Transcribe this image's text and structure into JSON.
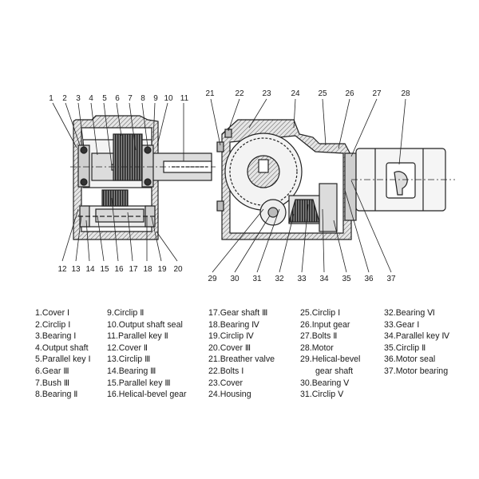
{
  "callouts": [
    "1",
    "2",
    "3",
    "4",
    "5",
    "6",
    "7",
    "8",
    "9",
    "10",
    "11",
    "12",
    "13",
    "14",
    "15",
    "16",
    "17",
    "18",
    "19",
    "20",
    "21",
    "22",
    "23",
    "24",
    "25",
    "26",
    "27",
    "28",
    "29",
    "30",
    "31",
    "32",
    "33",
    "34",
    "35",
    "36",
    "37"
  ],
  "legend": {
    "col1": [
      "1.Cover Ⅰ",
      "2.Circlip Ⅰ",
      "3.Bearing Ⅰ",
      "4.Output shaft",
      "5.Parallel key Ⅰ",
      "6.Gear Ⅲ",
      "7.Bush Ⅲ",
      "8.Bearing Ⅱ"
    ],
    "col2": [
      "9.Circlip Ⅱ",
      "10.Output shaft seal",
      "11.Parallel key Ⅱ",
      "12.Cover Ⅱ",
      "13.Circlip Ⅲ",
      "14.Bearing Ⅲ",
      "15.Parallel key Ⅲ",
      "16.Helical-bevel gear"
    ],
    "col3": [
      "17.Gear shaft Ⅲ",
      "18.Bearing Ⅳ",
      "19.Circlip Ⅳ",
      "20.Cover Ⅲ",
      "21.Breather valve",
      "22.Bolts Ⅰ",
      "23.Cover",
      "24.Housing"
    ],
    "col4": [
      "25.Circlip Ⅰ",
      "26.Input gear",
      "27.Bolts Ⅱ",
      "28.Motor",
      "29.Helical-bevel",
      "gear shaft",
      "30.Bearing Ⅴ",
      "31.Circlip Ⅴ"
    ],
    "col5": [
      "32.Bearing Ⅵ",
      "33.Gear Ⅰ",
      "34.Parallel key Ⅳ",
      "35.Circlip Ⅱ",
      "36.Motor seal",
      "37.Motor bearing"
    ]
  }
}
